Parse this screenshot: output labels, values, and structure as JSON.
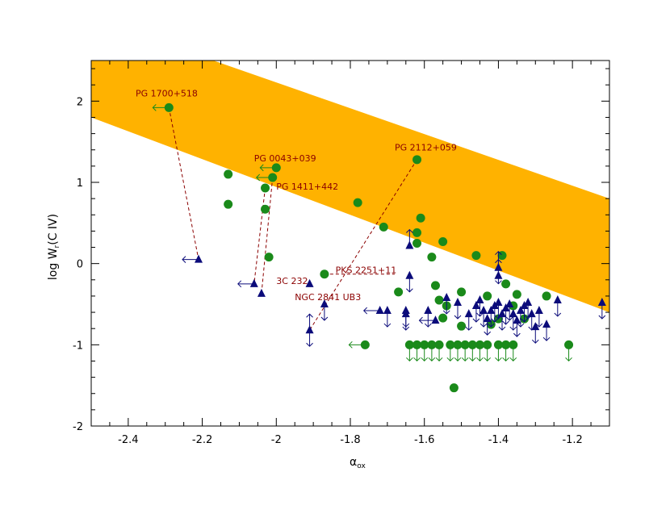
{
  "chart_data": {
    "type": "scatter",
    "xlim": [
      -2.5,
      -1.1
    ],
    "ylim": [
      -2,
      2.5
    ],
    "xticks": [
      -2.4,
      -2.2,
      -2.0,
      -1.8,
      -1.6,
      -1.4,
      -1.2
    ],
    "xtick_labels": [
      "-2.4",
      "-2.2",
      "-2",
      "-1.8",
      "-1.6",
      "-1.4",
      "-1.2"
    ],
    "yticks": [
      -2,
      -1,
      0,
      1,
      2
    ],
    "ytick_labels": [
      "-2",
      "-1",
      "0",
      "1",
      "2"
    ],
    "xlabel_main": "α",
    "xlabel_sub": "ox",
    "ylabel_pre": "log  W",
    "ylabel_sub": "r",
    "ylabel_post": "(C  IV)",
    "grid": false,
    "legend": "none",
    "band": {
      "upper": [
        [
          -2.5,
          2.5
        ],
        [
          -2.17,
          2.5
        ],
        [
          -1.1,
          0.8
        ]
      ],
      "lower": [
        [
          -2.5,
          1.8
        ],
        [
          -1.1,
          -0.6
        ]
      ],
      "color": "#FFB200"
    },
    "colors": {
      "circle": "#1A8A1A",
      "triangle": "#0B0B7A",
      "connector": "#8B0000"
    },
    "series": [
      {
        "marker": "circle",
        "points": [
          {
            "x": -2.29,
            "y": 1.92,
            "arrow": "left"
          },
          {
            "x": -2.13,
            "y": 1.1
          },
          {
            "x": -2.13,
            "y": 0.73
          },
          {
            "x": -2.0,
            "y": 1.18,
            "arrow": "left"
          },
          {
            "x": -2.01,
            "y": 1.06,
            "arrow": "left"
          },
          {
            "x": -2.03,
            "y": 0.93
          },
          {
            "x": -2.03,
            "y": 0.67
          },
          {
            "x": -2.02,
            "y": 0.08
          },
          {
            "x": -1.87,
            "y": -0.13
          },
          {
            "x": -1.78,
            "y": 0.75
          },
          {
            "x": -1.76,
            "y": -1.0,
            "arrow": "left"
          },
          {
            "x": -1.71,
            "y": 0.45
          },
          {
            "x": -1.67,
            "y": -0.35
          },
          {
            "x": -1.62,
            "y": 1.28
          },
          {
            "x": -1.62,
            "y": 0.25
          },
          {
            "x": -1.62,
            "y": 0.38
          },
          {
            "x": -1.61,
            "y": 0.56
          },
          {
            "x": -1.58,
            "y": 0.08
          },
          {
            "x": -1.57,
            "y": -0.27
          },
          {
            "x": -1.56,
            "y": -0.45
          },
          {
            "x": -1.55,
            "y": 0.27
          },
          {
            "x": -1.55,
            "y": -0.67
          },
          {
            "x": -1.54,
            "y": -0.52
          },
          {
            "x": -1.52,
            "y": -1.53
          },
          {
            "x": -1.5,
            "y": -0.35
          },
          {
            "x": -1.5,
            "y": -0.77
          },
          {
            "x": -1.46,
            "y": 0.1
          },
          {
            "x": -1.43,
            "y": -0.4
          },
          {
            "x": -1.42,
            "y": -0.75
          },
          {
            "x": -1.4,
            "y": -0.68
          },
          {
            "x": -1.39,
            "y": 0.1
          },
          {
            "x": -1.38,
            "y": -0.25
          },
          {
            "x": -1.36,
            "y": -0.52
          },
          {
            "x": -1.35,
            "y": -0.38
          },
          {
            "x": -1.33,
            "y": -0.68
          },
          {
            "x": -1.27,
            "y": -0.4
          },
          {
            "x": -1.21,
            "y": -1.0,
            "arrow": "down"
          },
          {
            "x": -1.64,
            "y": -1.0,
            "arrow": "down"
          },
          {
            "x": -1.62,
            "y": -1.0,
            "arrow": "down"
          },
          {
            "x": -1.6,
            "y": -1.0,
            "arrow": "down"
          },
          {
            "x": -1.58,
            "y": -1.0,
            "arrow": "down"
          },
          {
            "x": -1.56,
            "y": -1.0,
            "arrow": "down"
          },
          {
            "x": -1.53,
            "y": -1.0,
            "arrow": "down"
          },
          {
            "x": -1.51,
            "y": -1.0,
            "arrow": "down"
          },
          {
            "x": -1.49,
            "y": -1.0,
            "arrow": "down"
          },
          {
            "x": -1.47,
            "y": -1.0,
            "arrow": "down"
          },
          {
            "x": -1.45,
            "y": -1.0,
            "arrow": "down"
          },
          {
            "x": -1.43,
            "y": -1.0,
            "arrow": "down"
          },
          {
            "x": -1.4,
            "y": -1.0,
            "arrow": "down"
          },
          {
            "x": -1.38,
            "y": -1.0,
            "arrow": "down"
          },
          {
            "x": -1.36,
            "y": -1.0,
            "arrow": "down"
          }
        ]
      },
      {
        "marker": "triangle",
        "points": [
          {
            "x": -2.21,
            "y": 0.05,
            "arrow": "left"
          },
          {
            "x": -2.06,
            "y": -0.25,
            "arrow": "left"
          },
          {
            "x": -2.04,
            "y": -0.37
          },
          {
            "x": -1.91,
            "y": -0.25
          },
          {
            "x": -1.91,
            "y": -0.82,
            "arrow": "updown"
          },
          {
            "x": -1.87,
            "y": -0.5,
            "arrow": "down"
          },
          {
            "x": -1.72,
            "y": -0.58,
            "arrow": "left"
          },
          {
            "x": -1.7,
            "y": -0.58,
            "arrow": "down"
          },
          {
            "x": -1.65,
            "y": -0.58,
            "arrow": "down"
          },
          {
            "x": -1.65,
            "y": -0.62,
            "arrow": "down"
          },
          {
            "x": -1.64,
            "y": 0.22,
            "arrow": "up"
          },
          {
            "x": -1.64,
            "y": -0.15,
            "arrow": "down"
          },
          {
            "x": -1.59,
            "y": -0.58,
            "arrow": "down"
          },
          {
            "x": -1.57,
            "y": -0.7,
            "arrow": "left"
          },
          {
            "x": -1.54,
            "y": -0.42,
            "arrow": "down"
          },
          {
            "x": -1.51,
            "y": -0.48,
            "arrow": "down"
          },
          {
            "x": -1.48,
            "y": -0.62,
            "arrow": "down"
          },
          {
            "x": -1.46,
            "y": -0.52,
            "arrow": "down"
          },
          {
            "x": -1.45,
            "y": -0.45,
            "arrow": "down"
          },
          {
            "x": -1.44,
            "y": -0.58,
            "arrow": "down"
          },
          {
            "x": -1.43,
            "y": -0.68,
            "arrow": "down"
          },
          {
            "x": -1.42,
            "y": -0.58,
            "arrow": "down"
          },
          {
            "x": -1.41,
            "y": -0.52,
            "arrow": "down"
          },
          {
            "x": -1.4,
            "y": -0.48,
            "arrow": "down"
          },
          {
            "x": -1.4,
            "y": -0.05,
            "arrow": "updown"
          },
          {
            "x": -1.4,
            "y": -0.15,
            "arrow": "up"
          },
          {
            "x": -1.39,
            "y": -0.62,
            "arrow": "down"
          },
          {
            "x": -1.38,
            "y": -0.55,
            "arrow": "down"
          },
          {
            "x": -1.37,
            "y": -0.5,
            "arrow": "down"
          },
          {
            "x": -1.36,
            "y": -0.62,
            "arrow": "down"
          },
          {
            "x": -1.35,
            "y": -0.7,
            "arrow": "down"
          },
          {
            "x": -1.34,
            "y": -0.58,
            "arrow": "down"
          },
          {
            "x": -1.33,
            "y": -0.52,
            "arrow": "down"
          },
          {
            "x": -1.32,
            "y": -0.48,
            "arrow": "down"
          },
          {
            "x": -1.31,
            "y": -0.62,
            "arrow": "down"
          },
          {
            "x": -1.3,
            "y": -0.78,
            "arrow": "down"
          },
          {
            "x": -1.29,
            "y": -0.58,
            "arrow": "down"
          },
          {
            "x": -1.27,
            "y": -0.75,
            "arrow": "down"
          },
          {
            "x": -1.24,
            "y": -0.45,
            "arrow": "down"
          },
          {
            "x": -1.12,
            "y": -0.48,
            "arrow": "down"
          }
        ]
      }
    ],
    "annotations": [
      {
        "text": "PG  1700+518",
        "x": -2.38,
        "y": 2.06
      },
      {
        "text": "PG  0043+039",
        "x": -2.06,
        "y": 1.26
      },
      {
        "text": "PG  1411+442",
        "x": -2.0,
        "y": 0.91
      },
      {
        "text": "PG  2112+059",
        "x": -1.68,
        "y": 1.39
      },
      {
        "text": "PKS  2251+11",
        "x": -1.84,
        "y": -0.12
      },
      {
        "text": "3C  232",
        "x": -2.0,
        "y": -0.25
      },
      {
        "text": "NGC  2841  UB3",
        "x": -1.95,
        "y": -0.45
      }
    ],
    "connectors": [
      [
        [
          -2.29,
          1.92
        ],
        [
          -2.21,
          0.05
        ]
      ],
      [
        [
          -2.03,
          0.93
        ],
        [
          -2.06,
          -0.25
        ]
      ],
      [
        [
          -2.01,
          1.06
        ],
        [
          -2.04,
          -0.37
        ]
      ],
      [
        [
          -1.62,
          1.28
        ],
        [
          -1.91,
          -0.82
        ]
      ],
      [
        [
          -1.87,
          -0.13
        ],
        [
          -1.68,
          -0.13
        ]
      ]
    ]
  }
}
